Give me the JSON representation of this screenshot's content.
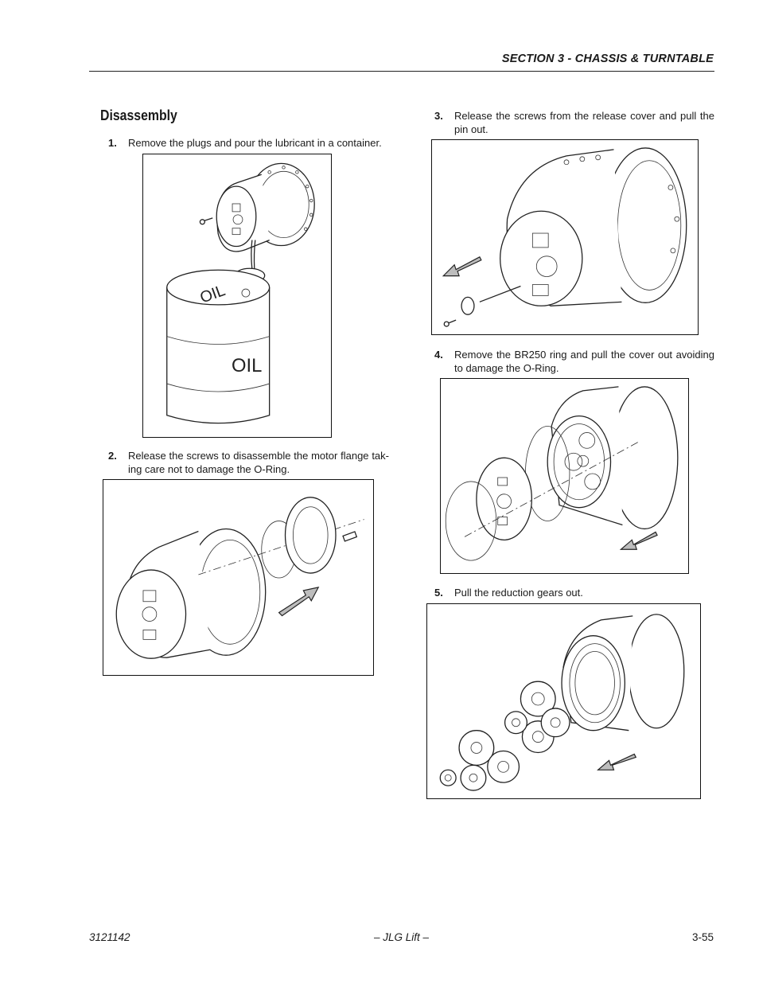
{
  "header": {
    "section_title": "SECTION 3 - CHASSIS & TURNTABLE"
  },
  "heading": "Disassembly",
  "steps": [
    {
      "num": "1.",
      "text": "Remove the plugs and pour the lubricant in a container."
    },
    {
      "num": "2.",
      "text": "Release the screws to disassemble the motor flange tak-ing care not to damage the O-Ring."
    },
    {
      "num": "3.",
      "text": "Release the screws from the release cover and pull the pin out."
    },
    {
      "num": "4.",
      "text": "Remove the BR250 ring and pull the cover out avoiding to damage the O-Ring."
    },
    {
      "num": "5.",
      "text": "Pull the reduction gears out."
    }
  ],
  "figure1": {
    "drum_label_top": "OIL",
    "drum_label_bottom": "OIL"
  },
  "footer": {
    "doc_number": "3121142",
    "brand": "– JLG Lift –",
    "page_number": "3-55"
  }
}
